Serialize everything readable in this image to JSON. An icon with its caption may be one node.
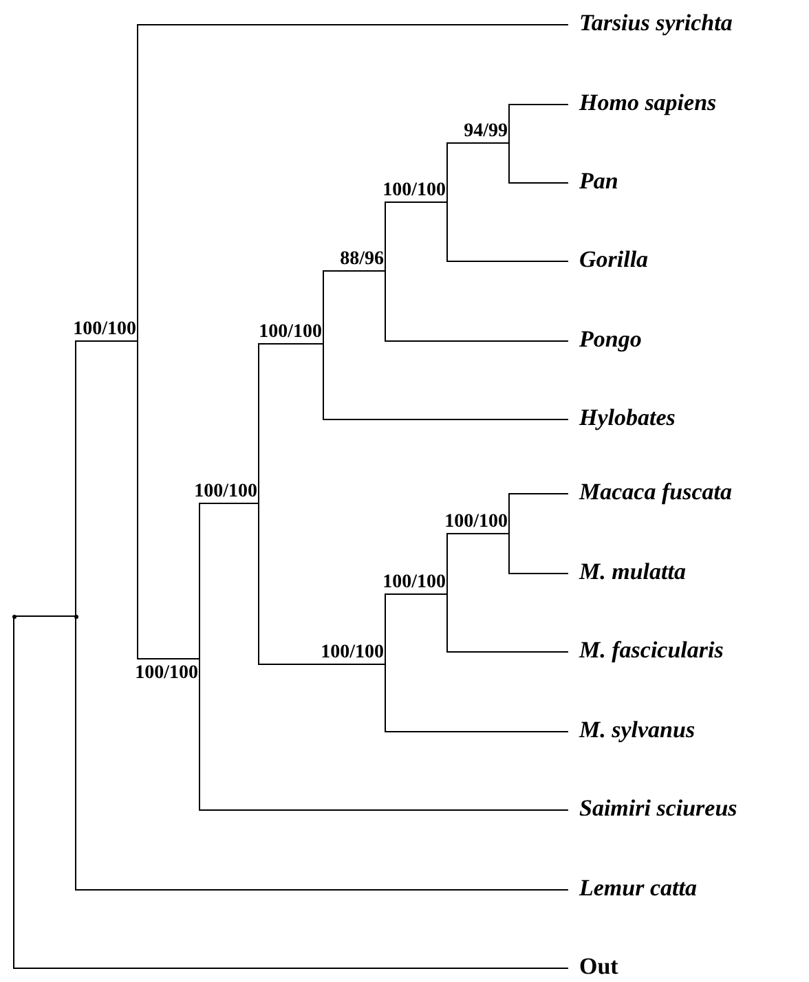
{
  "diagram": {
    "nodes": [
      {
        "text": [
          "Tarsius syrichta"
        ]
      },
      {
        "text": [
          "Homo sapiens"
        ]
      },
      {
        "text": [
          "94/99"
        ]
      },
      {
        "text": [
          "Pan"
        ]
      },
      {
        "text": [
          "100/100"
        ]
      },
      {
        "text": [
          "88/96"
        ]
      },
      {
        "text": [
          "Gorilla"
        ]
      },
      {
        "text": [
          "100/100"
        ]
      },
      {
        "text": [
          "100/100"
        ]
      },
      {
        "text": [
          "Pongo"
        ]
      },
      {
        "text": [
          "Hylobates"
        ]
      },
      {
        "text": [
          "100/100"
        ]
      },
      {
        "text": [
          "Macaca fuscata"
        ]
      },
      {
        "text": [
          "100/100"
        ]
      },
      {
        "text": [
          "M. mulatta"
        ]
      },
      {
        "text": [
          "100/100"
        ]
      },
      {
        "text": [
          "100/100"
        ]
      },
      {
        "text": [
          "M. fascicularis"
        ]
      },
      {
        "text": [
          "100/100"
        ]
      },
      {
        "text": [
          "M. sylvanus"
        ]
      },
      {
        "text": [
          "Saimiri sciureus"
        ]
      },
      {
        "text": [
          "Lemur catta"
        ]
      },
      {
        "text": [
          "Out"
        ]
      },
      {
        "text": [],
        "shape": "point"
      },
      {
        "text": [],
        "shape": "point"
      }
    ],
    "edges": [
      {
        "from": 23,
        "to": 22,
        "arrow": "none"
      },
      {
        "from": 23,
        "to": 24,
        "arrow": "none"
      },
      {
        "from": 24,
        "to": 21,
        "arrow": "none"
      },
      {
        "from": 24,
        "to": 7,
        "arrow": "none"
      },
      {
        "from": 7,
        "to": 0,
        "arrow": "none"
      },
      {
        "from": 7,
        "to": 18,
        "arrow": "none"
      },
      {
        "from": 18,
        "to": 20,
        "arrow": "none"
      },
      {
        "from": 18,
        "to": 11,
        "arrow": "none"
      },
      {
        "from": 11,
        "to": 8,
        "arrow": "none"
      },
      {
        "from": 11,
        "to": 16,
        "arrow": "none"
      },
      {
        "from": 8,
        "to": 5,
        "arrow": "none"
      },
      {
        "from": 8,
        "to": 10,
        "arrow": "none"
      },
      {
        "from": 5,
        "to": 4,
        "arrow": "none"
      },
      {
        "from": 5,
        "to": 9,
        "arrow": "none"
      },
      {
        "from": 4,
        "to": 2,
        "arrow": "none"
      },
      {
        "from": 4,
        "to": 6,
        "arrow": "none"
      },
      {
        "from": 2,
        "to": 1,
        "arrow": "none"
      },
      {
        "from": 2,
        "to": 3,
        "arrow": "none"
      },
      {
        "from": 16,
        "to": 15,
        "arrow": "none"
      },
      {
        "from": 16,
        "to": 19,
        "arrow": "none"
      },
      {
        "from": 15,
        "to": 13,
        "arrow": "none"
      },
      {
        "from": 15,
        "to": 17,
        "arrow": "none"
      },
      {
        "from": 13,
        "to": 12,
        "arrow": "none"
      },
      {
        "from": 13,
        "to": 14,
        "arrow": "none"
      }
    ]
  }
}
